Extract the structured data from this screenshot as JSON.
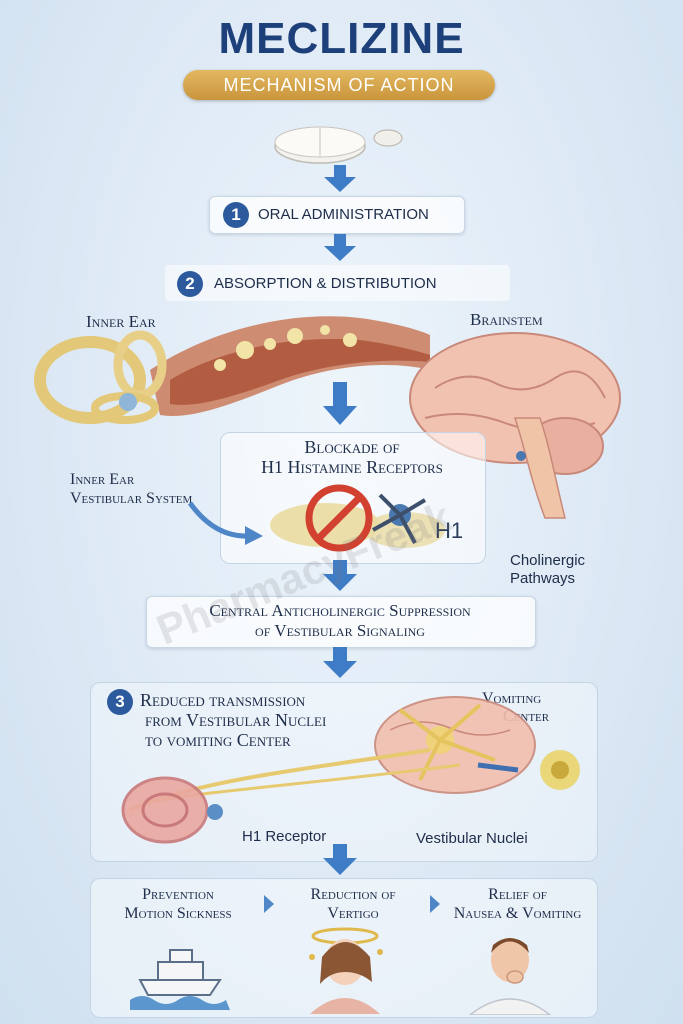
{
  "header": {
    "title": "MECLIZINE",
    "subtitle": "MECHANISM OF ACTION"
  },
  "steps": {
    "step1": {
      "number": "1",
      "label": "ORAL ADMINISTRATION"
    },
    "step2": {
      "number": "2",
      "label": "ABSORPTION & DISTRIBUTION"
    },
    "step3": {
      "number": "3",
      "line1": "Reduced transmission",
      "line2": "from Vestibular Nuclei",
      "line3": "to vomiting Center"
    }
  },
  "labels": {
    "inner_ear": "Inner Ear",
    "brainstem": "Brainstem",
    "inner_ear_vestibular_1": "Inner Ear",
    "inner_ear_vestibular_2": "Vestibular System",
    "blockade_1": "Blockade of",
    "blockade_2": "H1 Histamine Receptors",
    "h1": "H1",
    "cholinergic_1": "Cholinergic",
    "cholinergic_2": "Pathways",
    "central_1": "Central Anticholinergic Suppression",
    "central_2": "of Vestibular Signaling",
    "vomiting_1": "Vomiting",
    "vomiting_2": "Center",
    "h1_receptor": "H1 Receptor",
    "vestibular_nuclei": "Vestibular Nuclei"
  },
  "outcomes": [
    {
      "line1": "Prevention",
      "line2": "Motion Sickness"
    },
    {
      "line1": "Reduction of",
      "line2": "Vertigo"
    },
    {
      "line1": "Relief of",
      "line2": "Nausea & Vomiting"
    }
  ],
  "watermark": "PharmacyFreak",
  "colors": {
    "title": "#1d3f7a",
    "badge": "#2c5a9c",
    "subtitle_bar": "#d4a44c",
    "arrow": "#3f7cc6"
  }
}
